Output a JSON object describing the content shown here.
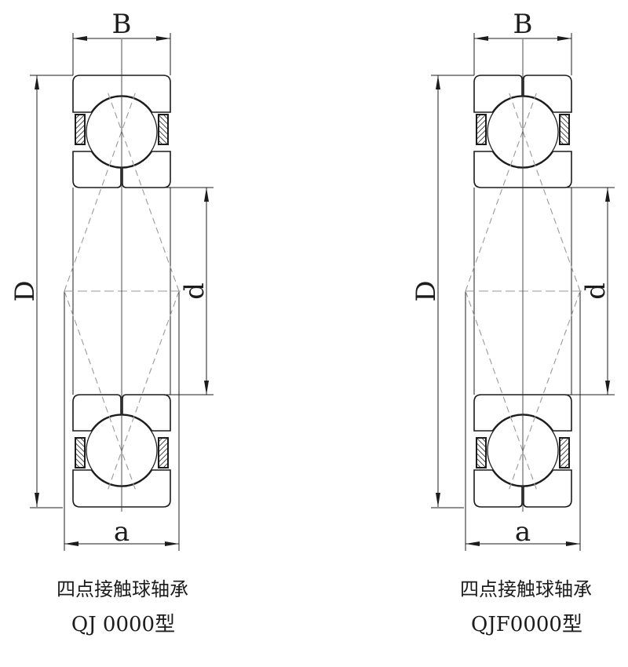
{
  "colors": {
    "line": "#1c1c1c",
    "dashed": "#9a9a9a",
    "background": "#ffffff"
  },
  "drawings": {
    "qj": {
      "dim_width": "B",
      "dim_outer": "D",
      "dim_bore": "d",
      "dim_span": "a",
      "caption": "四点接触球轴承",
      "model": "QJ 0000型"
    },
    "qjf": {
      "dim_width": "B",
      "dim_outer": "D",
      "dim_bore": "d",
      "dim_span": "a",
      "caption": "四点接触球轴承",
      "model": "QJF0000型"
    }
  }
}
